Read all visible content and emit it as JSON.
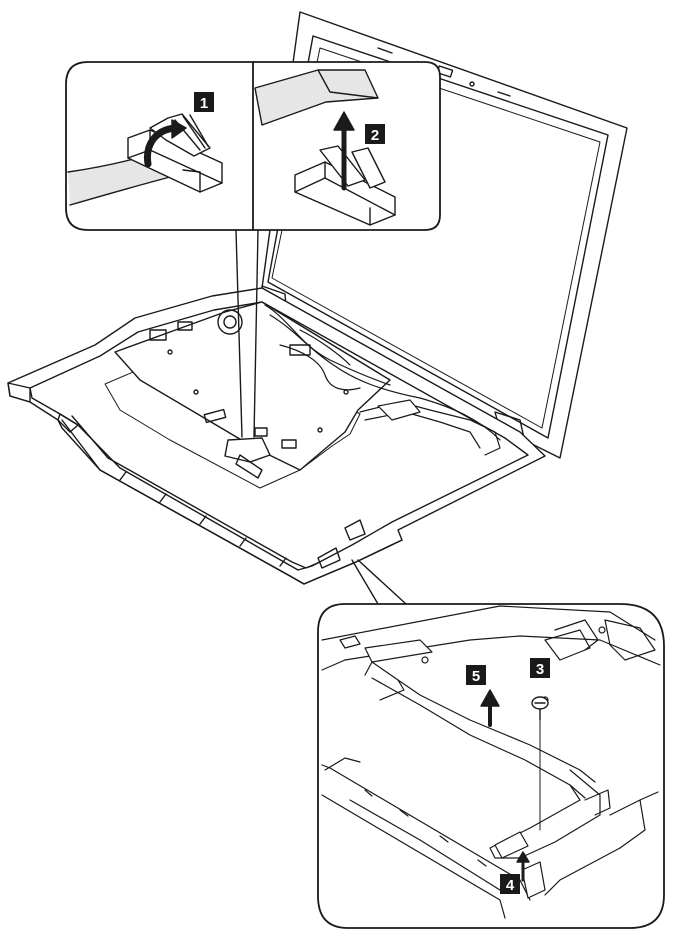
{
  "callouts": {
    "step_1": "1",
    "step_2": "2",
    "step_3": "3",
    "step_4": "4",
    "step_5": "5"
  },
  "colors": {
    "line": "#1a1a1a",
    "callout_fill": "#1a1a1a",
    "callout_text": "#ffffff",
    "panel_bg": "#ffffff",
    "shade": "#e6e6e6"
  },
  "icons": {
    "lift_arrow": "arrow-up-icon",
    "flip_arrow": "curved-arrow-icon",
    "screw": "screw-icon"
  }
}
